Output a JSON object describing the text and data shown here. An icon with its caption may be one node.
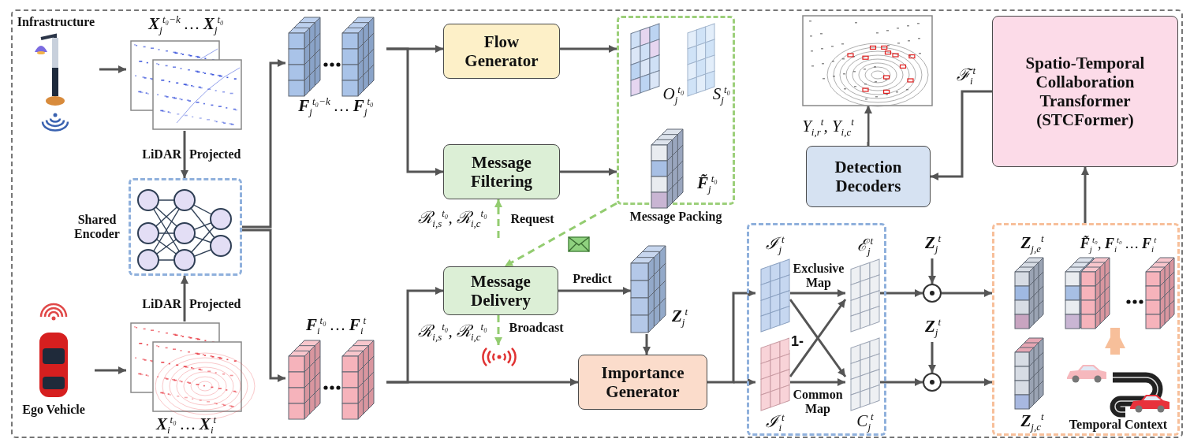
{
  "diagram": {
    "nodes": [
      {
        "text": [
          "Infrastructure"
        ]
      },
      {
        "text": [
          "**X**$_{j}$$^{t₀−k}$ … **X**$_{j}$$^{t₀}$"
        ]
      },
      {
        "text": [
          "Shared Encoder"
        ]
      },
      {
        "text": [
          "Ego Vehicle"
        ]
      },
      {
        "text": [
          "**X**$_{i}$$^{t₀}$ … **X**$_{i}$$^{t}$"
        ]
      },
      {
        "text": [
          "**F**$_{j}$$^{t₀−k}$ … **F**$_{j}$$^{t₀}$"
        ]
      },
      {
        "text": [
          "**F**$_{i}$$^{t₀}$ … **F**$_{i}$$^{t}$"
        ]
      },
      {
        "text": [
          "Flow Generator"
        ]
      },
      {
        "text": [
          "Message Filtering"
        ]
      },
      {
        "text": [
          "Message Packing"
        ]
      },
      {
        "text": [
          "O$_{j}$$^{t₀}$"
        ],
        "in": 9
      },
      {
        "text": [
          "S$_{j}$$^{t₀}$"
        ],
        "in": 9
      },
      {
        "text": [
          "**F̃**$_{j}$$^{t₀}$"
        ],
        "in": 9
      },
      {
        "text": [
          "Message Delivery"
        ]
      },
      {
        "text": [
          "**Z**$_{j}$$^{t}$"
        ]
      },
      {
        "text": [],
        "shape": "picture"
      },
      {
        "text": [
          "Importance Generator"
        ]
      },
      {
        "text": [],
        "shape": "box"
      },
      {
        "text": [
          "ℐ$_{j}$$^{t}$"
        ],
        "in": 17
      },
      {
        "text": [
          "ℐ$_{i}$$^{t}$"
        ],
        "in": 17
      },
      {
        "text": [
          "ℰ$_{j}$$^{t}$"
        ],
        "in": 17
      },
      {
        "text": [
          "C$_{j}$$^{t}$"
        ],
        "in": 17
      },
      {
        "text": [
          "**Z**$_{j}$$^{t}$"
        ]
      },
      {
        "text": [],
        "shape": "circle"
      },
      {
        "text": [
          "**Z**$_{j}$$^{t}$"
        ]
      },
      {
        "text": [],
        "shape": "circle"
      },
      {
        "text": [],
        "shape": "box"
      },
      {
        "text": [
          "**Z**$_{j,e}$$^{t}$"
        ],
        "in": 26
      },
      {
        "text": [
          "**Z**$_{j,c}$$^{t}$"
        ],
        "in": 26
      },
      {
        "text": [
          "**F̃**$_{j}$$^{t₀}$, **F**$_{i}$$^{t₀}$ … **F**$_{i}$$^{t}$"
        ],
        "in": 26
      },
      {
        "text": [
          "Temporal Context"
        ],
        "in": 26
      },
      {
        "text": [
          "Spatio-Temporal Collaboration Transformer (STCFormer)"
        ]
      },
      {
        "text": [
          "Detection Decoders"
        ]
      },
      {
        "text": [],
        "shape": "picture"
      }
    ],
    "edges": [
      {
        "from": 0,
        "to": 1,
        "arrow": "to"
      },
      {
        "from": 1,
        "to": 2,
        "arrow": "to"
      },
      {
        "from": 3,
        "to": 4,
        "arrow": "to"
      },
      {
        "from": 4,
        "to": 2,
        "arrow": "to"
      },
      {
        "from": 2,
        "to": 5,
        "arrow": "to"
      },
      {
        "from": 2,
        "to": 6,
        "arrow": "to"
      },
      {
        "from": 5,
        "to": 7,
        "arrow": "to"
      },
      {
        "from": 5,
        "to": 8,
        "arrow": "to"
      },
      {
        "from": 7,
        "to": 9,
        "arrow": "to"
      },
      {
        "from": 8,
        "to": 9,
        "arrow": "to"
      },
      {
        "from": 9,
        "to": 13,
        "arrow": "to",
        "style": "dashed",
        "color": "#93cc70"
      },
      {
        "from": null,
        "to": 8,
        "arrow": "to",
        "label": "Request",
        "style": "dashed",
        "color": "#93cc70"
      },
      {
        "from": 13,
        "to": 15,
        "arrow": "to",
        "label": "Broadcast",
        "style": "dashed",
        "color": "#93cc70"
      },
      {
        "from": 6,
        "to": 13,
        "arrow": "to"
      },
      {
        "from": 6,
        "to": 16,
        "arrow": "to"
      },
      {
        "from": 13,
        "to": 14,
        "arrow": "to",
        "label": "Predict"
      },
      {
        "from": 14,
        "to": 16,
        "arrow": "to"
      },
      {
        "from": 16,
        "to": 18,
        "arrow": "to"
      },
      {
        "from": 16,
        "to": 19,
        "arrow": "to"
      },
      {
        "from": 18,
        "to": 20,
        "arrow": "to"
      },
      {
        "from": 18,
        "to": 21,
        "arrow": "to"
      },
      {
        "from": 19,
        "to": 21,
        "arrow": "to"
      },
      {
        "from": 19,
        "to": 20,
        "arrow": "to",
        "label": "1-"
      },
      {
        "from": 22,
        "to": 23,
        "arrow": "to"
      },
      {
        "from": 24,
        "to": 25,
        "arrow": "to"
      },
      {
        "from": 20,
        "to": 23,
        "arrow": "to"
      },
      {
        "from": 21,
        "to": 25,
        "arrow": "to"
      },
      {
        "from": 23,
        "to": 26,
        "arrow": "to"
      },
      {
        "from": 25,
        "to": 26,
        "arrow": "to"
      },
      {
        "from": 30,
        "to": 29,
        "arrow": "to",
        "style": "thick",
        "color": "#f7bf9a"
      },
      {
        "from": 26,
        "to": 31,
        "arrow": "to"
      },
      {
        "from": 31,
        "to": 32,
        "arrow": "to",
        "label": "ℱ$_{i}$$^{t}$"
      },
      {
        "from": 32,
        "to": 33,
        "arrow": "to",
        "label": "Y$_{i,r}$$^{t}$, Y$_{i,c}$$^{t}$"
      }
    ],
    "labels": [
      "LiDAR",
      "Projected",
      "LiDAR",
      "Projected",
      "ℛ$_{i,s}$$^{t₀}$, ℛ$_{i,c}$$^{t₀}$",
      "ℛ$_{i,s}$$^{t₀}$, ℛ$_{i,c}$$^{t₀}$",
      "Exclusive Map",
      "Common Map"
    ]
  }
}
